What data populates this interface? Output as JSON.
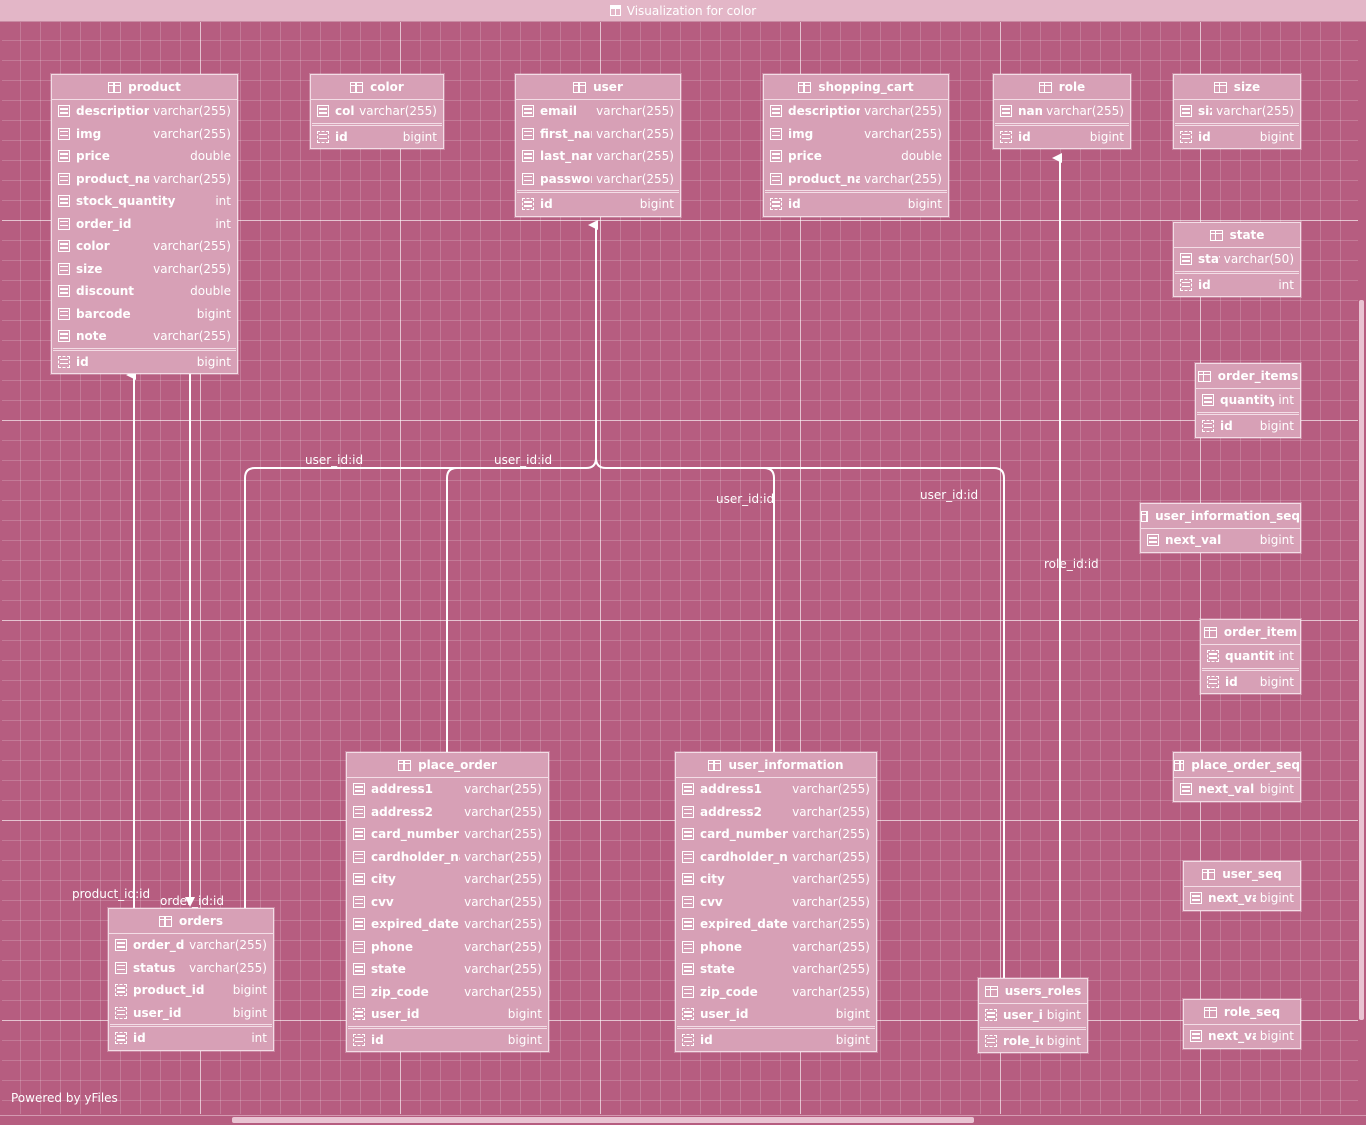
{
  "window": {
    "title": "Visualization for color"
  },
  "footer": {
    "powered_by": "Powered by yFiles"
  },
  "colors": {
    "canvas": "#b65d80",
    "table_fill": "#d7a0b6",
    "line": "#ffffff"
  },
  "tables": {
    "product": {
      "name": "product",
      "columns": [
        {
          "name": "description",
          "type": "varchar(255)",
          "key": false
        },
        {
          "name": "img",
          "type": "varchar(255)",
          "key": false
        },
        {
          "name": "price",
          "type": "double",
          "key": false
        },
        {
          "name": "product_name",
          "type": "varchar(255)",
          "key": false
        },
        {
          "name": "stock_quantity",
          "type": "int",
          "key": false
        },
        {
          "name": "order_id",
          "type": "int",
          "key": false
        },
        {
          "name": "color",
          "type": "varchar(255)",
          "key": false
        },
        {
          "name": "size",
          "type": "varchar(255)",
          "key": false
        },
        {
          "name": "discount",
          "type": "double",
          "key": false
        },
        {
          "name": "barcode",
          "type": "bigint",
          "key": false
        },
        {
          "name": "note",
          "type": "varchar(255)",
          "key": false
        },
        {
          "name": "id",
          "type": "bigint",
          "key": true
        }
      ]
    },
    "color": {
      "name": "color",
      "columns": [
        {
          "name": "color",
          "type": "varchar(255)",
          "key": false
        },
        {
          "name": "id",
          "type": "bigint",
          "key": true
        }
      ]
    },
    "user": {
      "name": "user",
      "columns": [
        {
          "name": "email",
          "type": "varchar(255)",
          "key": false
        },
        {
          "name": "first_name",
          "type": "varchar(255)",
          "key": false
        },
        {
          "name": "last_name",
          "type": "varchar(255)",
          "key": false
        },
        {
          "name": "password",
          "type": "varchar(255)",
          "key": false
        },
        {
          "name": "id",
          "type": "bigint",
          "key": true
        }
      ]
    },
    "shopping_cart": {
      "name": "shopping_cart",
      "columns": [
        {
          "name": "description",
          "type": "varchar(255)",
          "key": false
        },
        {
          "name": "img",
          "type": "varchar(255)",
          "key": false
        },
        {
          "name": "price",
          "type": "double",
          "key": false
        },
        {
          "name": "product_name",
          "type": "varchar(255)",
          "key": false
        },
        {
          "name": "id",
          "type": "bigint",
          "key": true
        }
      ]
    },
    "role": {
      "name": "role",
      "columns": [
        {
          "name": "name",
          "type": "varchar(255)",
          "key": false
        },
        {
          "name": "id",
          "type": "bigint",
          "key": true
        }
      ]
    },
    "size": {
      "name": "size",
      "columns": [
        {
          "name": "size",
          "type": "varchar(255)",
          "key": false
        },
        {
          "name": "id",
          "type": "bigint",
          "key": true
        }
      ]
    },
    "state": {
      "name": "state",
      "columns": [
        {
          "name": "state",
          "type": "varchar(50)",
          "key": false
        },
        {
          "name": "id",
          "type": "int",
          "key": true
        }
      ]
    },
    "order_items": {
      "name": "order_items",
      "columns": [
        {
          "name": "quantity",
          "type": "int",
          "key": false
        },
        {
          "name": "id",
          "type": "bigint",
          "key": true
        }
      ]
    },
    "user_information_seq": {
      "name": "user_information_seq",
      "columns": [
        {
          "name": "next_val",
          "type": "bigint",
          "key": false
        }
      ]
    },
    "order_item": {
      "name": "order_item",
      "columns": [
        {
          "name": "quantity",
          "type": "int",
          "key": true
        },
        {
          "name": "id",
          "type": "bigint",
          "key": true
        }
      ]
    },
    "place_order_seq": {
      "name": "place_order_seq",
      "columns": [
        {
          "name": "next_val",
          "type": "bigint",
          "key": false
        }
      ]
    },
    "user_seq": {
      "name": "user_seq",
      "columns": [
        {
          "name": "next_val",
          "type": "bigint",
          "key": false
        }
      ]
    },
    "role_seq": {
      "name": "role_seq",
      "columns": [
        {
          "name": "next_val",
          "type": "bigint",
          "key": false
        }
      ]
    },
    "orders": {
      "name": "orders",
      "columns": [
        {
          "name": "order_date",
          "type": "varchar(255)",
          "key": false
        },
        {
          "name": "status",
          "type": "varchar(255)",
          "key": false
        },
        {
          "name": "product_id",
          "type": "bigint",
          "key": true
        },
        {
          "name": "user_id",
          "type": "bigint",
          "key": true
        },
        {
          "name": "id",
          "type": "int",
          "key": true
        }
      ]
    },
    "place_order": {
      "name": "place_order",
      "columns": [
        {
          "name": "address1",
          "type": "varchar(255)",
          "key": false
        },
        {
          "name": "address2",
          "type": "varchar(255)",
          "key": false
        },
        {
          "name": "card_number",
          "type": "varchar(255)",
          "key": false
        },
        {
          "name": "cardholder_name",
          "type": "varchar(255)",
          "key": false
        },
        {
          "name": "city",
          "type": "varchar(255)",
          "key": false
        },
        {
          "name": "cvv",
          "type": "varchar(255)",
          "key": false
        },
        {
          "name": "expired_date",
          "type": "varchar(255)",
          "key": false
        },
        {
          "name": "phone",
          "type": "varchar(255)",
          "key": false
        },
        {
          "name": "state",
          "type": "varchar(255)",
          "key": false
        },
        {
          "name": "zip_code",
          "type": "varchar(255)",
          "key": false
        },
        {
          "name": "user_id",
          "type": "bigint",
          "key": true
        },
        {
          "name": "id",
          "type": "bigint",
          "key": true
        }
      ]
    },
    "user_information": {
      "name": "user_information",
      "columns": [
        {
          "name": "address1",
          "type": "varchar(255)",
          "key": false
        },
        {
          "name": "address2",
          "type": "varchar(255)",
          "key": false
        },
        {
          "name": "card_number",
          "type": "varchar(255)",
          "key": false
        },
        {
          "name": "cardholder_name",
          "type": "varchar(255)",
          "key": false
        },
        {
          "name": "city",
          "type": "varchar(255)",
          "key": false
        },
        {
          "name": "cvv",
          "type": "varchar(255)",
          "key": false
        },
        {
          "name": "expired_date",
          "type": "varchar(255)",
          "key": false
        },
        {
          "name": "phone",
          "type": "varchar(255)",
          "key": false
        },
        {
          "name": "state",
          "type": "varchar(255)",
          "key": false
        },
        {
          "name": "zip_code",
          "type": "varchar(255)",
          "key": false
        },
        {
          "name": "user_id",
          "type": "bigint",
          "key": true
        },
        {
          "name": "id",
          "type": "bigint",
          "key": true
        }
      ]
    },
    "users_roles": {
      "name": "users_roles",
      "columns": [
        {
          "name": "user_id",
          "type": "bigint",
          "key": true
        },
        {
          "name": "role_id",
          "type": "bigint",
          "key": true
        }
      ]
    }
  },
  "edge_labels": {
    "orders_product": "product_id:id",
    "product_orders": "order_id:id",
    "orders_user": "user_id:id",
    "place_order_user": "user_id:id",
    "user_information_user": "user_id:id",
    "users_roles_user": "user_id:id",
    "users_roles_role": "role_id:id"
  }
}
